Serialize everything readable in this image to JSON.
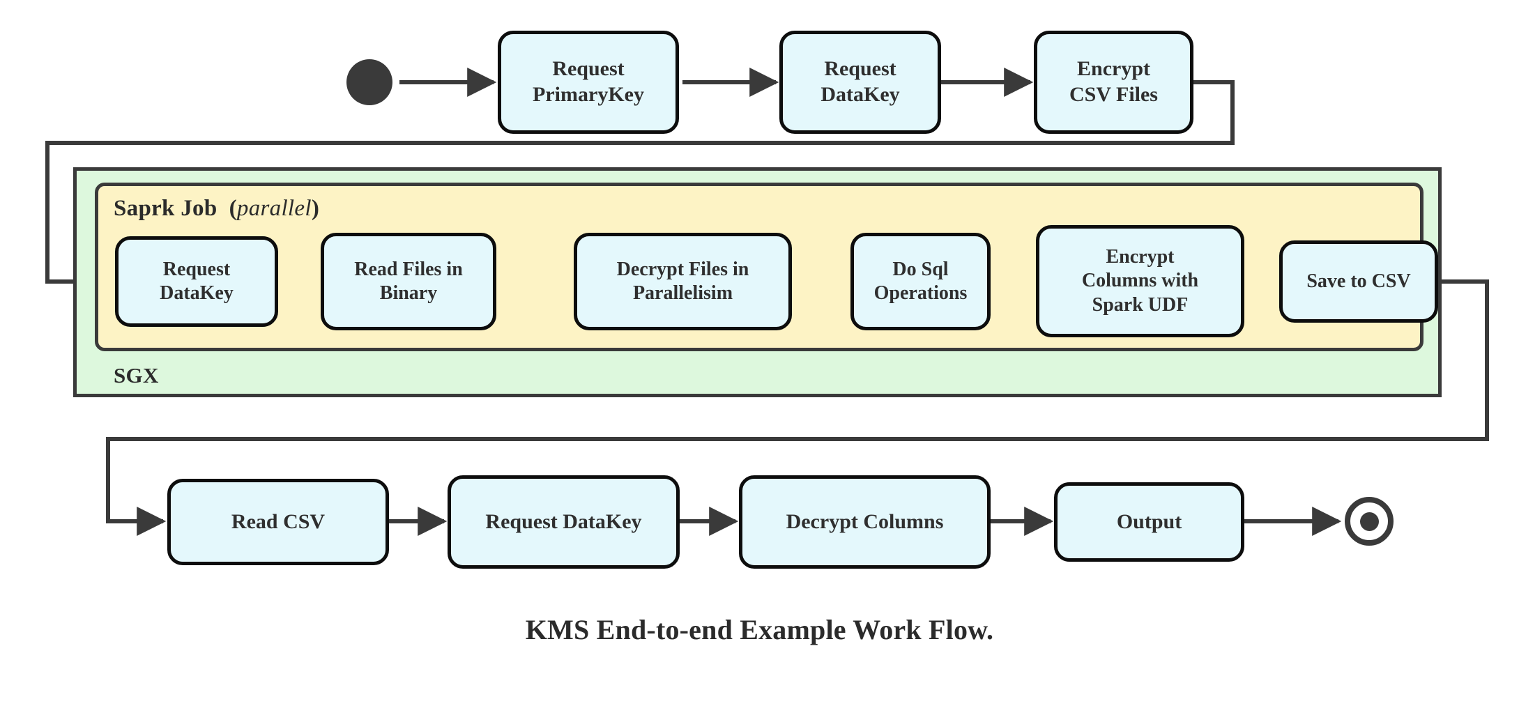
{
  "diagram": {
    "caption": "KMS End-to-end Example Work Flow.",
    "colors": {
      "node_fill": "#e4f8fc",
      "node_stroke": "#0d0d0d",
      "sgx_fill": "#ddf8dd",
      "spark_fill": "#fdf3c5",
      "container_stroke": "#3a3a3a",
      "edge_stroke": "#3a3a3a",
      "text": "#2f2f2f"
    },
    "start_node": {
      "name": "start",
      "shape": "filled-circle"
    },
    "end_node": {
      "name": "end",
      "shape": "double-circle"
    },
    "containers": {
      "sgx": {
        "label": "SGX"
      },
      "spark": {
        "label_bold": "Saprk Job",
        "label_paren_open": "(",
        "label_italic": "parallel",
        "label_paren_close": ")"
      }
    },
    "rows": {
      "top": [
        {
          "id": "request-primarykey",
          "lines": [
            "Request",
            "PrimaryKey"
          ]
        },
        {
          "id": "request-datakey-top",
          "lines": [
            "Request",
            "DataKey"
          ]
        },
        {
          "id": "encrypt-csv-files",
          "lines": [
            "Encrypt",
            "CSV Files"
          ]
        }
      ],
      "spark": [
        {
          "id": "request-datakey-spark",
          "lines": [
            "Request",
            "DataKey"
          ]
        },
        {
          "id": "read-files-in-binary",
          "lines": [
            "Read Files in",
            "Binary"
          ]
        },
        {
          "id": "decrypt-files-in-parallelisim",
          "lines": [
            "Decrypt Files in",
            "Parallelisim"
          ]
        },
        {
          "id": "do-sql-operations",
          "lines": [
            "Do Sql",
            "Operations"
          ]
        },
        {
          "id": "encrypt-columns-with-spark-udf",
          "lines": [
            "Encrypt",
            "Columns with",
            "Spark UDF"
          ]
        },
        {
          "id": "save-to-csv",
          "lines": [
            "Save to CSV"
          ]
        }
      ],
      "bottom": [
        {
          "id": "read-csv",
          "lines": [
            "Read CSV"
          ]
        },
        {
          "id": "request-datakey-bottom",
          "lines": [
            "Request DataKey"
          ]
        },
        {
          "id": "decrypt-columns",
          "lines": [
            "Decrypt Columns"
          ]
        },
        {
          "id": "output",
          "lines": [
            "Output"
          ]
        }
      ]
    },
    "edges": [
      {
        "from": "start",
        "to": "request-primarykey"
      },
      {
        "from": "request-primarykey",
        "to": "request-datakey-top"
      },
      {
        "from": "request-datakey-top",
        "to": "encrypt-csv-files"
      },
      {
        "from": "encrypt-csv-files",
        "to": "request-datakey-spark"
      },
      {
        "from": "request-datakey-spark",
        "to": "read-files-in-binary"
      },
      {
        "from": "read-files-in-binary",
        "to": "decrypt-files-in-parallelisim"
      },
      {
        "from": "decrypt-files-in-parallelisim",
        "to": "do-sql-operations"
      },
      {
        "from": "do-sql-operations",
        "to": "encrypt-columns-with-spark-udf"
      },
      {
        "from": "encrypt-columns-with-spark-udf",
        "to": "save-to-csv"
      },
      {
        "from": "save-to-csv",
        "to": "read-csv"
      },
      {
        "from": "read-csv",
        "to": "request-datakey-bottom"
      },
      {
        "from": "request-datakey-bottom",
        "to": "decrypt-columns"
      },
      {
        "from": "decrypt-columns",
        "to": "output"
      },
      {
        "from": "output",
        "to": "end"
      }
    ]
  }
}
